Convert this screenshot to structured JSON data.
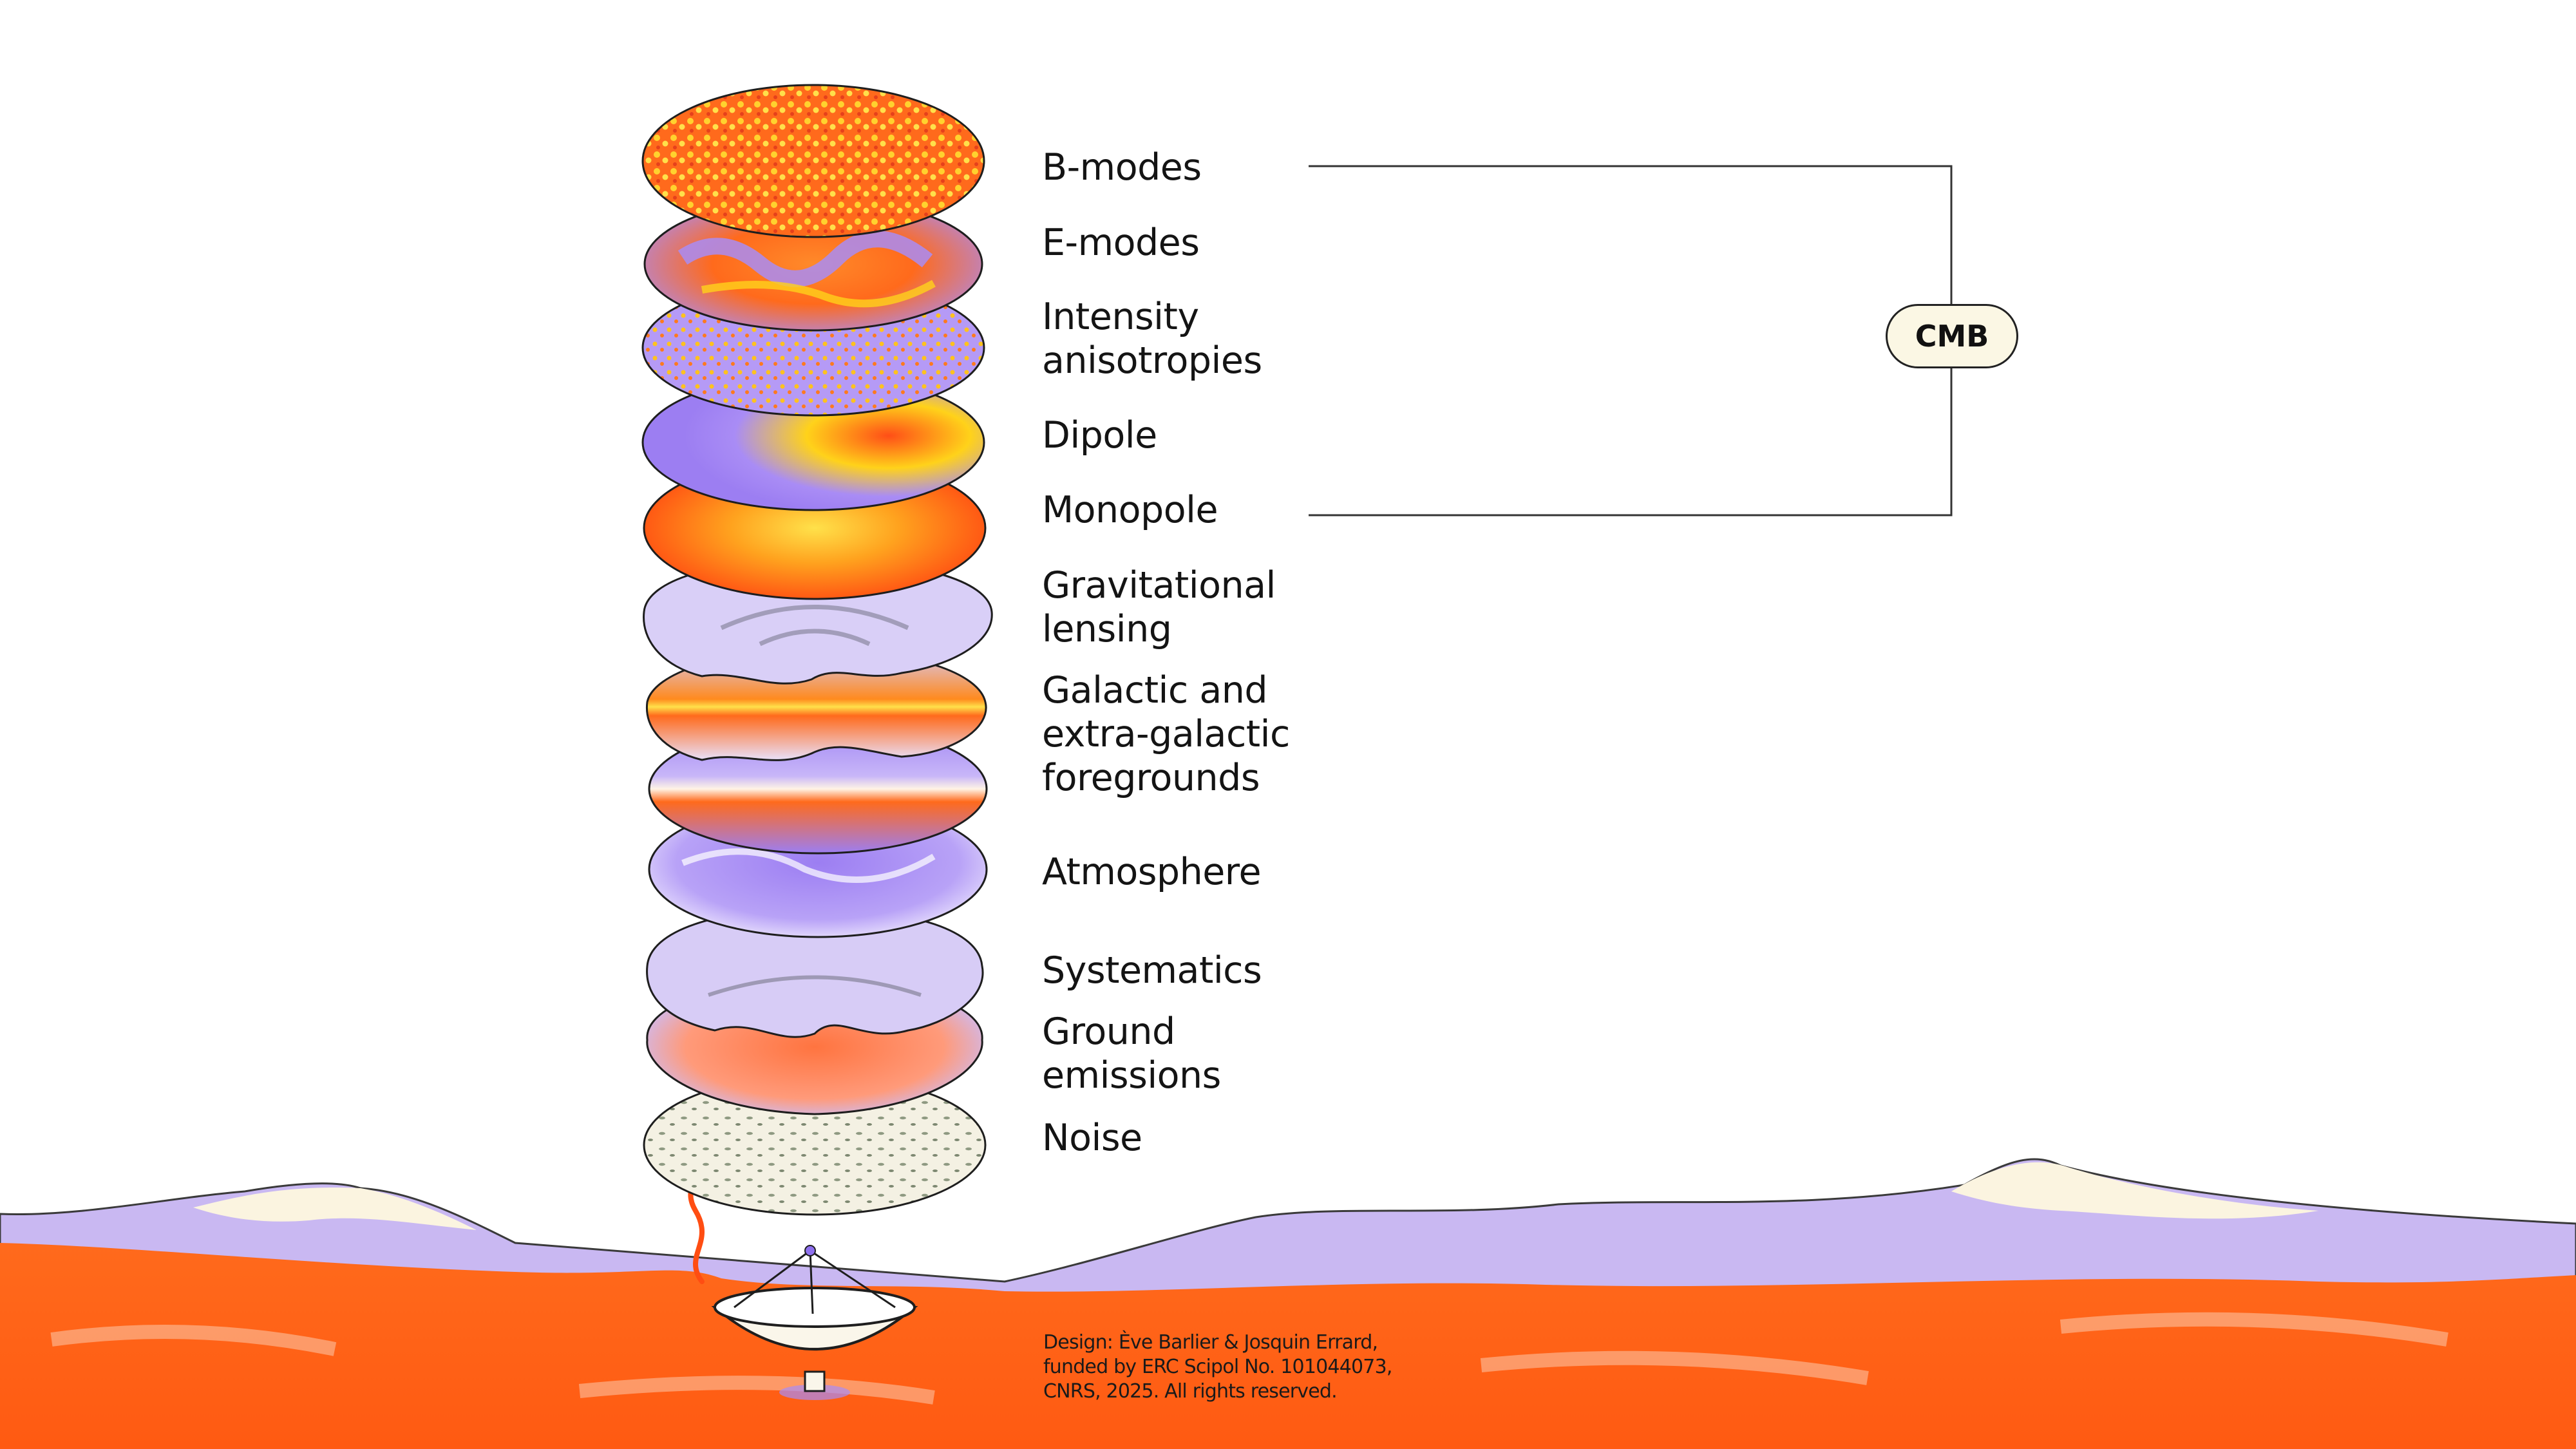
{
  "layers": [
    {
      "label": "B-modes",
      "icon": "b-modes-disc"
    },
    {
      "label": "E-modes",
      "icon": "e-modes-disc"
    },
    {
      "label": "Intensity\nanisotropies",
      "icon": "intensity-anisotropies-disc"
    },
    {
      "label": "Dipole",
      "icon": "dipole-disc"
    },
    {
      "label": "Monopole",
      "icon": "monopole-disc"
    },
    {
      "label": "Gravitational\nlensing",
      "icon": "lensing-disc"
    },
    {
      "label": "Galactic and\nextra-galactic\nforegrounds",
      "icon": "foregrounds-disc"
    },
    {
      "label": "Atmosphere",
      "icon": "atmosphere-disc"
    },
    {
      "label": "Systematics",
      "icon": "systematics-disc"
    },
    {
      "label": "Ground\nemissions",
      "icon": "ground-emissions-disc"
    },
    {
      "label": "Noise",
      "icon": "noise-disc"
    }
  ],
  "bracket": {
    "label": "CMB"
  },
  "credit": "Design: Ève Barlier & Josquin Errard,\nfunded by ERC Scipol No.  101044073,\nCNRS, 2025. All rights reserved.",
  "colors": {
    "orange": "#ff5a1f",
    "yellow": "#ffd21a",
    "purple": "#a98cf5",
    "lavender": "#d6caf6",
    "cream": "#fbf4e0",
    "ink": "#1e1e1e"
  }
}
